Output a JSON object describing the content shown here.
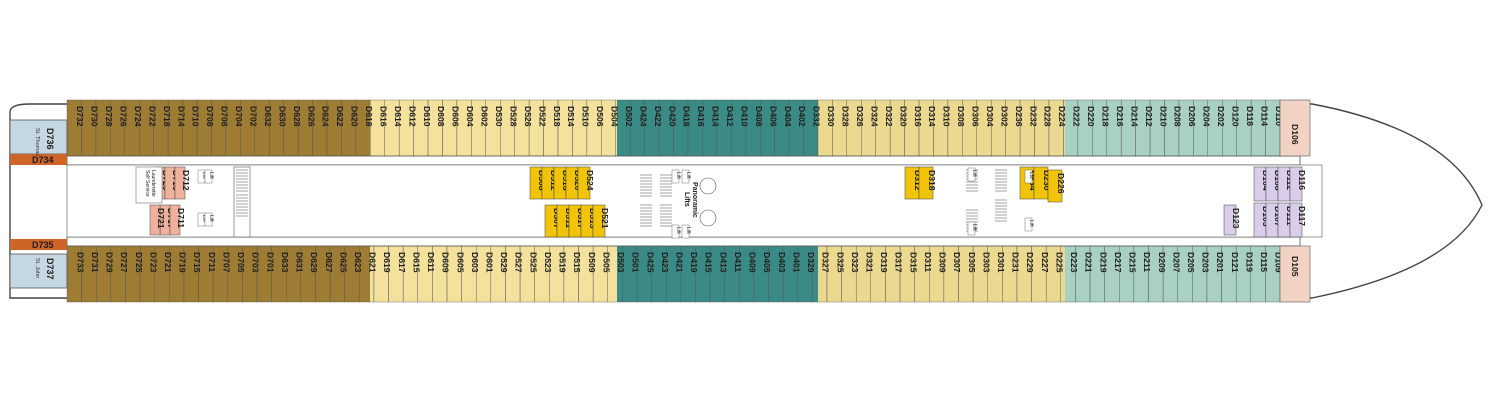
{
  "colors": {
    "brown": "#9e7c33",
    "yellow_light": "#f4e29c",
    "teal_dark": "#3a8a85",
    "yellow_mid": "#ecd990",
    "green_light": "#a9d1c3",
    "pink": "#f2d2c4",
    "gold": "#f1c40a",
    "lavender": "#d9cdea",
    "orange": "#cf6429",
    "grey_blue": "#c5d7e2",
    "salmon": "#efb19c"
  },
  "zones": [
    {
      "name": "aft-brown",
      "color": "brown"
    },
    {
      "name": "yellow-mid-aft",
      "color": "yellow_light"
    },
    {
      "name": "teal-mid",
      "color": "teal_dark"
    },
    {
      "name": "yellow-mid-fwd",
      "color": "yellow_mid"
    },
    {
      "name": "green-fwd",
      "color": "green_light"
    },
    {
      "name": "pink-bow",
      "color": "pink"
    }
  ],
  "top_row": [
    "D732",
    "D730",
    "D728",
    "D726",
    "D724",
    "D722",
    "D718",
    "D714",
    "D710",
    "D708",
    "D706",
    "D704",
    "D702",
    "D632",
    "D630",
    "D628",
    "D626",
    "D624",
    "D622",
    "D620",
    "D618",
    "D616",
    "D614",
    "D612",
    "D610",
    "D608",
    "D606",
    "D604",
    "D602",
    "D530",
    "D528",
    "D526",
    "D522",
    "D518",
    "D514",
    "D510",
    "D506",
    "D504",
    "D502",
    "D424",
    "D422",
    "D420",
    "D418",
    "D416",
    "D414",
    "D412",
    "D410",
    "D408",
    "D406",
    "D404",
    "D402",
    "D332",
    "D330",
    "D328",
    "D326",
    "D324",
    "D322",
    "D320",
    "D316",
    "D314",
    "D310",
    "D308",
    "D306",
    "D304",
    "D302",
    "D236",
    "D232",
    "D228",
    "D224",
    "D222",
    "D220",
    "D218",
    "D216",
    "D214",
    "D212",
    "D210",
    "D208",
    "D206",
    "D204",
    "D202",
    "D120",
    "D118",
    "D114",
    "D110"
  ],
  "bottom_row": [
    "D733",
    "D731",
    "D729",
    "D727",
    "D725",
    "D723",
    "D721",
    "D719",
    "D715",
    "D711",
    "D707",
    "D705",
    "D703",
    "D701",
    "D633",
    "D631",
    "D629",
    "D627",
    "D625",
    "D623",
    "D621",
    "D619",
    "D617",
    "D615",
    "D611",
    "D609",
    "D605",
    "D603",
    "D601",
    "D529",
    "D527",
    "D525",
    "D523",
    "D519",
    "D515",
    "D509",
    "D505",
    "D503",
    "D501",
    "D425",
    "D423",
    "D421",
    "D419",
    "D415",
    "D413",
    "D411",
    "D409",
    "D405",
    "D403",
    "D401",
    "D329",
    "D327",
    "D325",
    "D323",
    "D321",
    "D319",
    "D317",
    "D315",
    "D311",
    "D309",
    "D307",
    "D305",
    "D303",
    "D301",
    "D231",
    "D229",
    "D227",
    "D225",
    "D223",
    "D221",
    "D219",
    "D217",
    "D215",
    "D211",
    "D209",
    "D207",
    "D205",
    "D203",
    "D201",
    "D121",
    "D119",
    "D115",
    "D109"
  ],
  "inner": {
    "aft_suites": [
      "D720",
      "D716",
      "D712",
      "D717",
      "D711",
      "D721"
    ],
    "mid_aft": [
      "D508",
      "D512",
      "D516",
      "D520",
      "D524",
      "D507",
      "D511",
      "D517",
      "D513",
      "D521"
    ],
    "mid_fwd": [
      "D312",
      "D318",
      "D234",
      "D230",
      "D226"
    ],
    "bow": [
      "D104",
      "D108",
      "D112",
      "D116",
      "D103",
      "D107",
      "D111",
      "D117",
      "D123"
    ]
  },
  "bow_cabins": {
    "top": "D106",
    "bottom": "D105"
  },
  "aft_specials": {
    "top_cabin": "D736",
    "top_label": "St. Thomas",
    "bottom_cabin": "D737",
    "bottom_label": "St. John",
    "top_orange": "D734",
    "bottom_orange": "D735"
  },
  "labels": {
    "lift": "Lift",
    "panoramic_1": "Panoramic",
    "panoramic_2": "Lifts",
    "launderette_1": "Self Service",
    "launderette_2": "Launderette"
  }
}
